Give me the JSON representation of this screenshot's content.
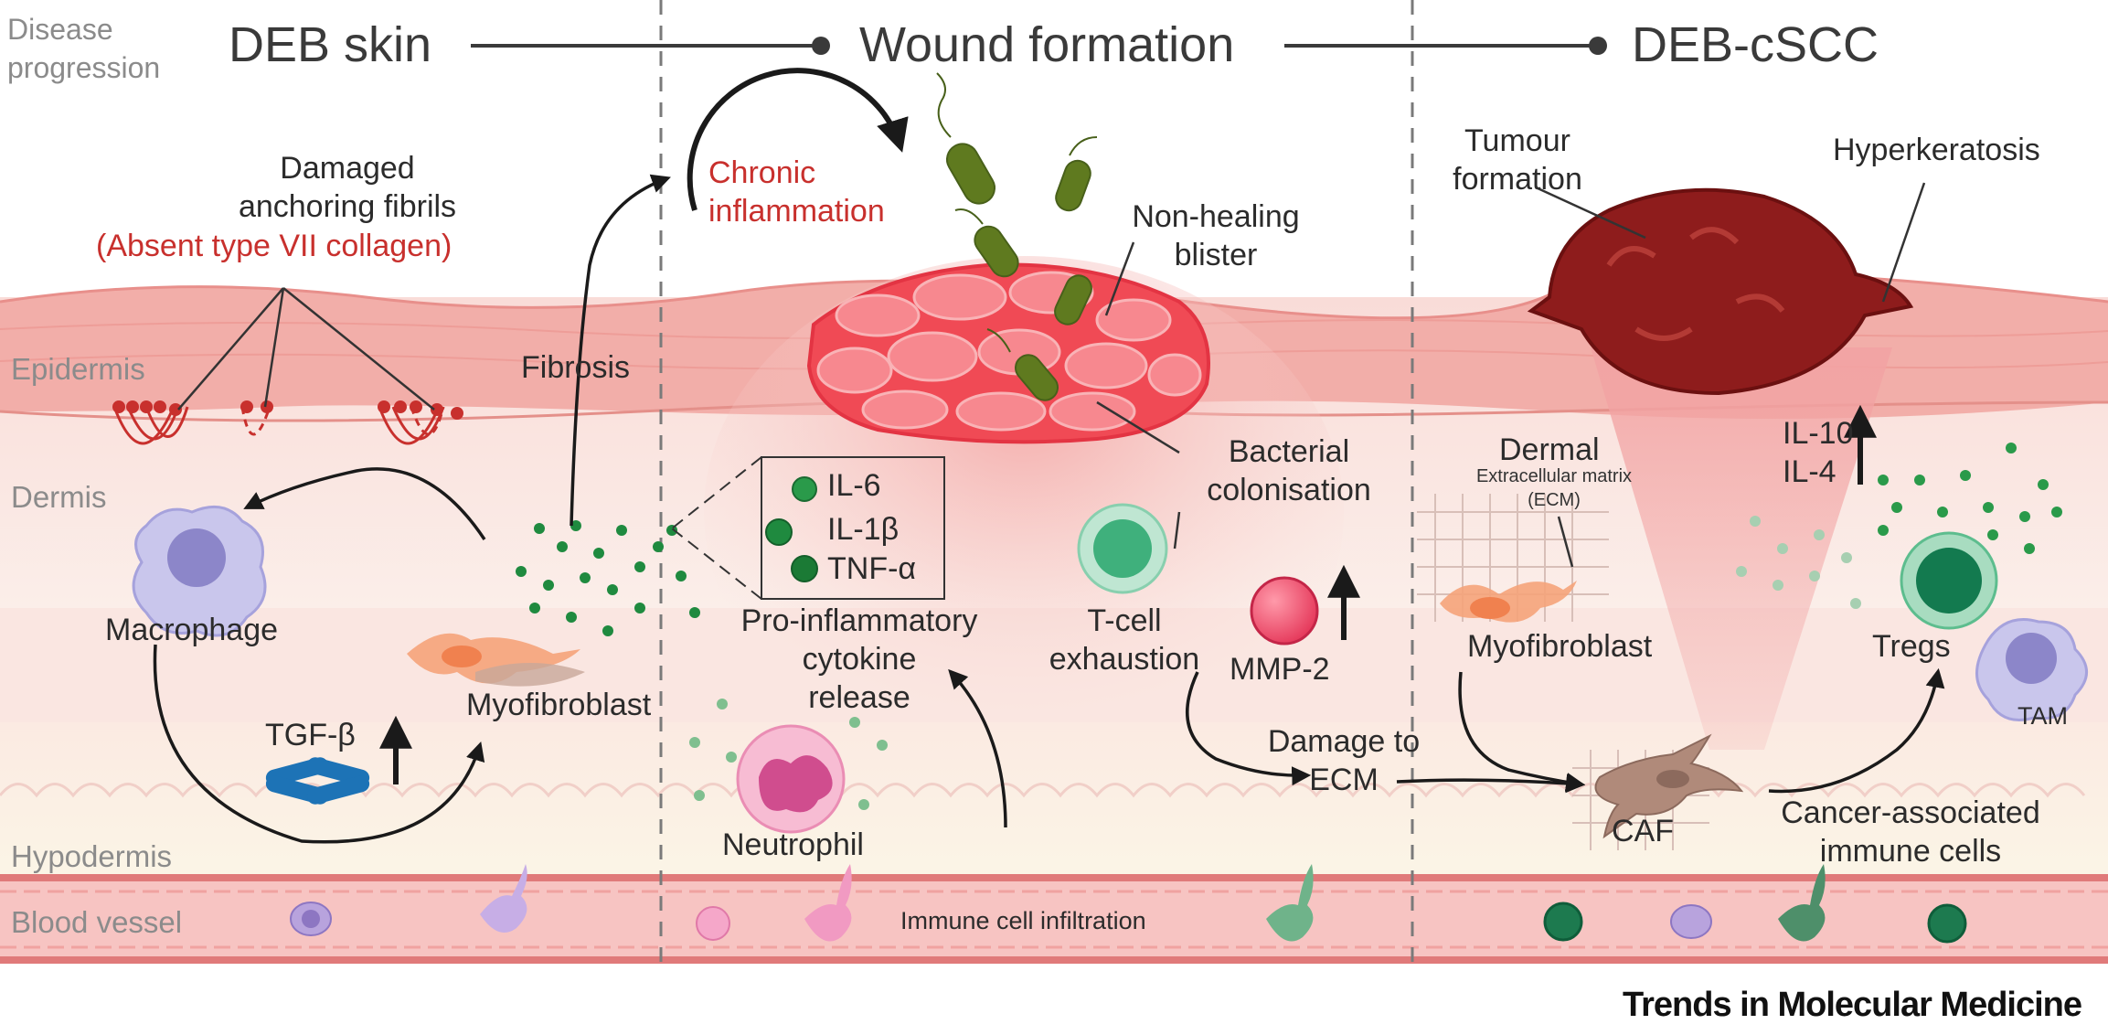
{
  "header": {
    "disease_progression_line1": "Disease",
    "disease_progression_line2": "progression",
    "stages": [
      "DEB skin",
      "Wound formation",
      "DEB-cSCC"
    ]
  },
  "layers": [
    "Epidermis",
    "Dermis",
    "Hypodermis",
    "Blood vessel"
  ],
  "panel1": {
    "damaged_line1": "Damaged",
    "damaged_line2": "anchoring fibrils",
    "absent_collagen": "(Absent type VII collagen)",
    "fibrosis": "Fibrosis",
    "macrophage": "Macrophage",
    "tgf_beta": "TGF-β",
    "myofibroblast": "Myofibroblast"
  },
  "panel2": {
    "chronic_line1": "Chronic",
    "chronic_line2": "inflammation",
    "non_healing_line1": "Non-healing",
    "non_healing_line2": "blister",
    "cytokines": [
      "IL-6",
      "IL-1β",
      "TNF-α"
    ],
    "pro_inflammatory_line1": "Pro-inflammatory",
    "pro_inflammatory_line2": "cytokine",
    "pro_inflammatory_line3": "release",
    "neutrophil": "Neutrophil",
    "bacterial_line1": "Bacterial",
    "bacterial_line2": "colonisation",
    "tcell_line1": "T-cell",
    "tcell_line2": "exhaustion",
    "mmp2": "MMP-2",
    "damage_line1": "Damage to",
    "damage_line2": "ECM",
    "immune_infiltration": "Immune cell infiltration"
  },
  "panel3": {
    "tumour_line1": "Tumour",
    "tumour_line2": "formation",
    "hyperkeratosis": "Hyperkeratosis",
    "dermal": "Dermal",
    "ecm_line1": "Extracellular matrix",
    "ecm_line2": "(ECM)",
    "il10": "IL-10",
    "il4": "IL-4",
    "myofibroblast": "Myofibroblast",
    "tregs": "Tregs",
    "tam": "TAM",
    "caf": "CAF",
    "cancer_immune_line1": "Cancer-associated",
    "cancer_immune_line2": "immune cells"
  },
  "footer": {
    "journal": "Trends in Molecular Medicine"
  },
  "colors": {
    "epidermis": "#f2a9a4",
    "dermis": "#fbe3e0",
    "hypodermis": "#fbf3e3",
    "blood_vessel": "#f7c2c2",
    "wound": "#f04a55",
    "tumour": "#8e1c1c",
    "cytokine": "#1f8a3f",
    "label_red": "#c8302d"
  }
}
